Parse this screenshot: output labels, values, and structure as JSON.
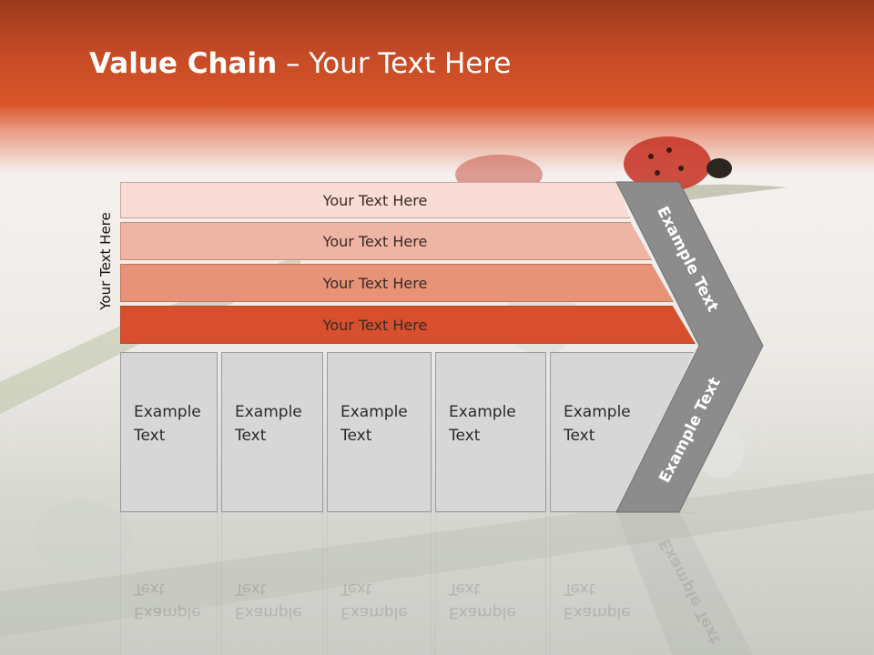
{
  "title": {
    "bold": "Value Chain",
    "rest": " – Your Text Here"
  },
  "side_label": "Your Text Here",
  "bands": [
    {
      "label": "Your Text Here",
      "color": "#f8dcd5"
    },
    {
      "label": "Your Text Here",
      "color": "#efb5a4"
    },
    {
      "label": "Your Text Here",
      "color": "#e69378"
    },
    {
      "label": "Your Text Here",
      "color": "#d74f2c"
    }
  ],
  "columns": [
    {
      "line1": "Example",
      "line2": "Text"
    },
    {
      "line1": "Example",
      "line2": "Text"
    },
    {
      "line1": "Example",
      "line2": "Text"
    },
    {
      "line1": "Example",
      "line2": "Text"
    },
    {
      "line1": "Example",
      "line2": "Text"
    }
  ],
  "chevron": {
    "upper": "Example Text",
    "lower": "Example Text",
    "color": "#8c8c8c"
  }
}
